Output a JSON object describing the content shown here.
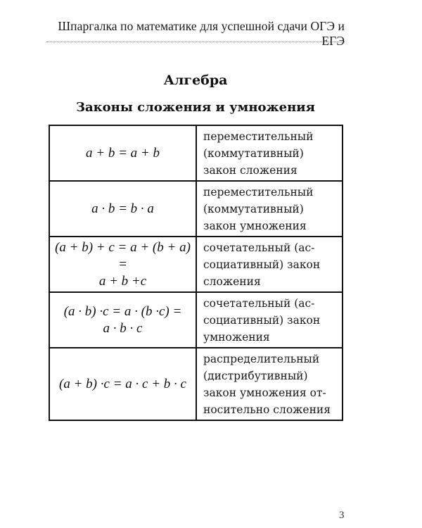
{
  "header": {
    "running_title": "Шпаргалка по математике для успешной сдачи ОГЭ и ЕГЭ"
  },
  "section": {
    "title": "Алгебра",
    "subtitle": "Законы сложения и умножения"
  },
  "table": {
    "rows": [
      {
        "formula": [
          "a + b = a + b"
        ],
        "description": [
          "переместительный",
          "(коммутативный)",
          "закон сложения"
        ],
        "height": 76
      },
      {
        "formula": [
          "a · b = b · a"
        ],
        "description": [
          "переместительный",
          "(коммутативный)",
          "закон умножения"
        ],
        "height": 76
      },
      {
        "formula": [
          "(a + b) + c = a + (b + a) =",
          "a + b +c"
        ],
        "description": [
          "сочетательный (ас-",
          "социативный) закон",
          "сложения"
        ],
        "height": 76
      },
      {
        "formula": [
          "(a · b) ·c = a · (b ·c) =",
          "a · b · c"
        ],
        "description": [
          "сочетательный (ас-",
          "социативный) закон",
          "умножения"
        ],
        "height": 76
      },
      {
        "formula": [
          "(a + b) ·c = a · c + b · c"
        ],
        "description": [
          "распределительный",
          "(дистрибутивный)",
          "закон умножения от-",
          "носительно сложения"
        ],
        "height": 100
      }
    ]
  },
  "footer": {
    "page_number": "3"
  }
}
